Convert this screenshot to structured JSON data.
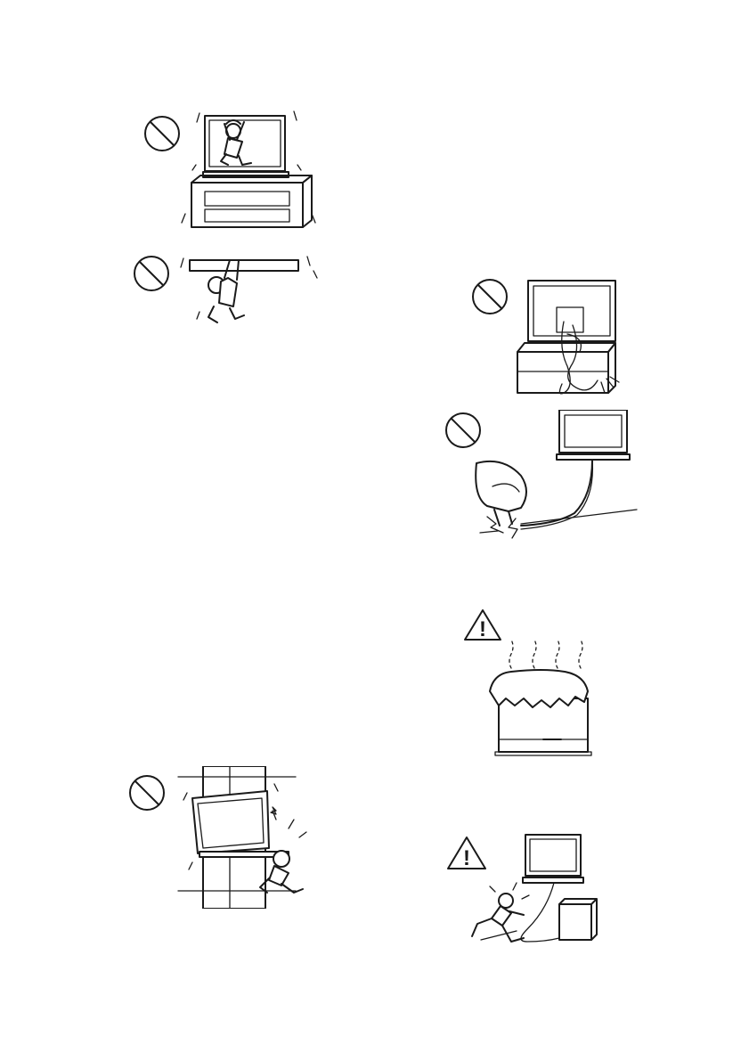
{
  "page": {
    "background": "#ffffff",
    "ink": "#1a1a1a"
  },
  "illustrations": [
    {
      "id": "child-climbing-tv",
      "symbol": "prohibition-icon"
    },
    {
      "id": "child-hanging-bar",
      "symbol": "prohibition-icon"
    },
    {
      "id": "cables-tangled-stand",
      "symbol": "prohibition-icon"
    },
    {
      "id": "cable-under-furniture",
      "symbol": "prohibition-icon"
    },
    {
      "id": "covered-subwoofer",
      "symbol": "warning-icon"
    },
    {
      "id": "child-tv-wall-falling",
      "symbol": "prohibition-icon"
    },
    {
      "id": "person-tripping-cable",
      "symbol": "warning-icon"
    }
  ],
  "warning_mark": "!"
}
